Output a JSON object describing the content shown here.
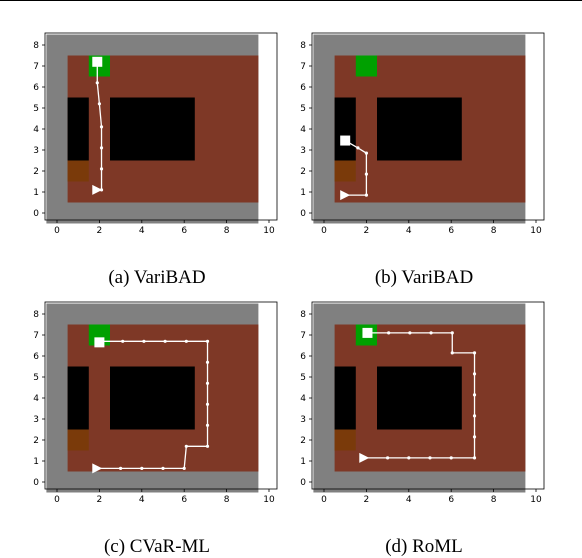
{
  "figure": {
    "colors": {
      "wall": "#808080",
      "floor": "#7e3826",
      "obstacle": "#000000",
      "goal": "#00a000",
      "trap": "#7a3a0a",
      "path": "#ffffff"
    },
    "x_ticks": [
      "0",
      "2",
      "4",
      "6",
      "8",
      "10"
    ],
    "y_ticks": [
      "0",
      "1",
      "2",
      "3",
      "4",
      "5",
      "6",
      "7",
      "8"
    ],
    "panels": [
      {
        "caption": "(a) VariBAD",
        "goal": [
          2,
          7
        ],
        "path": [
          [
            1.9,
            1.1
          ],
          [
            2.1,
            1.1
          ],
          [
            2.1,
            2.1
          ],
          [
            2.1,
            3.1
          ],
          [
            2.1,
            4.1
          ],
          [
            2.0,
            5.2
          ],
          [
            1.9,
            6.2
          ],
          [
            1.9,
            7.2
          ]
        ],
        "end_marker": [
          1.9,
          7.2
        ]
      },
      {
        "caption": "(b) VariBAD",
        "goal": [
          2,
          7
        ],
        "path": [
          [
            1.0,
            0.85
          ],
          [
            2.0,
            0.85
          ],
          [
            2.0,
            1.85
          ],
          [
            2.0,
            2.85
          ],
          [
            1.6,
            3.1
          ],
          [
            1.0,
            3.45
          ]
        ],
        "end_marker": [
          1.0,
          3.45
        ]
      },
      {
        "caption": "(c) CVaR-ML",
        "goal": [
          2,
          7
        ],
        "path": [
          [
            1.9,
            0.65
          ],
          [
            3.0,
            0.65
          ],
          [
            4.0,
            0.65
          ],
          [
            5.0,
            0.65
          ],
          [
            6.0,
            0.65
          ],
          [
            6.1,
            1.7
          ],
          [
            7.1,
            1.7
          ],
          [
            7.1,
            2.7
          ],
          [
            7.1,
            3.7
          ],
          [
            7.1,
            4.7
          ],
          [
            7.1,
            5.7
          ],
          [
            7.1,
            6.7
          ],
          [
            6.1,
            6.7
          ],
          [
            5.1,
            6.7
          ],
          [
            4.1,
            6.7
          ],
          [
            3.1,
            6.7
          ],
          [
            2.1,
            6.7
          ]
        ],
        "end_marker": [
          2.0,
          6.65
        ]
      },
      {
        "caption": "(d) RoML",
        "goal": [
          2,
          7
        ],
        "path": [
          [
            1.9,
            1.15
          ],
          [
            3.0,
            1.15
          ],
          [
            4.0,
            1.15
          ],
          [
            5.0,
            1.15
          ],
          [
            6.0,
            1.15
          ],
          [
            7.1,
            1.15
          ],
          [
            7.1,
            2.15
          ],
          [
            7.1,
            3.15
          ],
          [
            7.1,
            4.15
          ],
          [
            7.1,
            5.15
          ],
          [
            7.1,
            6.15
          ],
          [
            6.05,
            6.15
          ],
          [
            6.05,
            7.1
          ],
          [
            5.05,
            7.1
          ],
          [
            4.05,
            7.1
          ],
          [
            3.05,
            7.1
          ],
          [
            2.05,
            7.1
          ]
        ],
        "end_marker": [
          2.05,
          7.1
        ]
      }
    ]
  }
}
